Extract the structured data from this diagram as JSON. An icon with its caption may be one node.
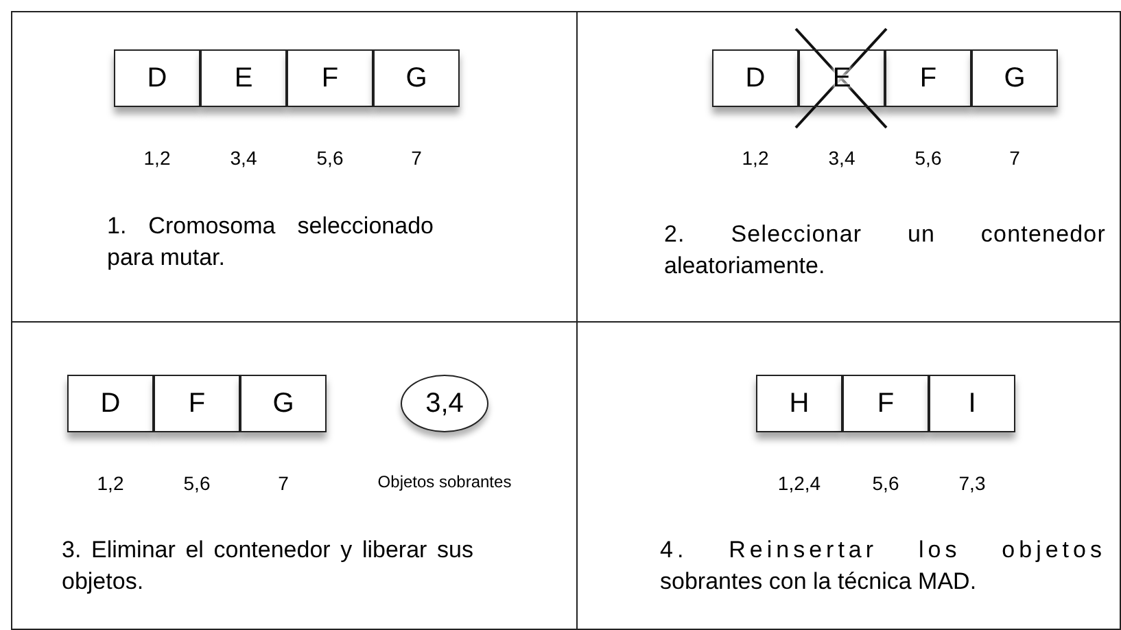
{
  "diagram": {
    "nodes": [
      {
        "text": [
          "1. Cromosoma seleccionado para mutar."
        ]
      },
      {
        "text": [
          "D"
        ],
        "beside": [
          "1,2"
        ],
        "in": 0
      },
      {
        "text": [
          "E"
        ],
        "beside": [
          "3,4"
        ],
        "in": 0
      },
      {
        "text": [
          "F"
        ],
        "beside": [
          "5,6"
        ],
        "in": 0
      },
      {
        "text": [
          "G"
        ],
        "beside": [
          "7"
        ],
        "in": 0
      },
      {
        "text": [
          "2. Seleccionar un contenedor aleatoriamente."
        ]
      },
      {
        "text": [
          "D"
        ],
        "beside": [
          "1,2"
        ],
        "in": 5
      },
      {
        "text": [
          "E"
        ],
        "beside": [
          "3,4"
        ],
        "in": 5
      },
      {
        "text": [
          "F"
        ],
        "beside": [
          "5,6"
        ],
        "in": 5
      },
      {
        "text": [
          "G"
        ],
        "beside": [
          "7"
        ],
        "in": 5
      },
      {
        "text": [
          "3. Eliminar el contenedor y liberar sus objetos."
        ]
      },
      {
        "text": [
          "D"
        ],
        "beside": [
          "1,2"
        ],
        "in": 10
      },
      {
        "text": [
          "F"
        ],
        "beside": [
          "5,6"
        ],
        "in": 10
      },
      {
        "text": [
          "G"
        ],
        "beside": [
          "7"
        ],
        "in": 10
      },
      {
        "text": [
          "3,4"
        ],
        "beside": [
          "Objetos sobrantes"
        ],
        "in": 10
      },
      {
        "text": [
          "4. Reinsertar los objetos sobrantes con la técnica MAD."
        ]
      },
      {
        "text": [
          "H"
        ],
        "beside": [
          "1,2,4"
        ],
        "in": 15
      },
      {
        "text": [
          "F"
        ],
        "beside": [
          "5,6"
        ],
        "in": 15
      },
      {
        "text": [
          "I"
        ],
        "beside": [
          "7,3"
        ],
        "in": 15
      }
    ],
    "edges": []
  }
}
